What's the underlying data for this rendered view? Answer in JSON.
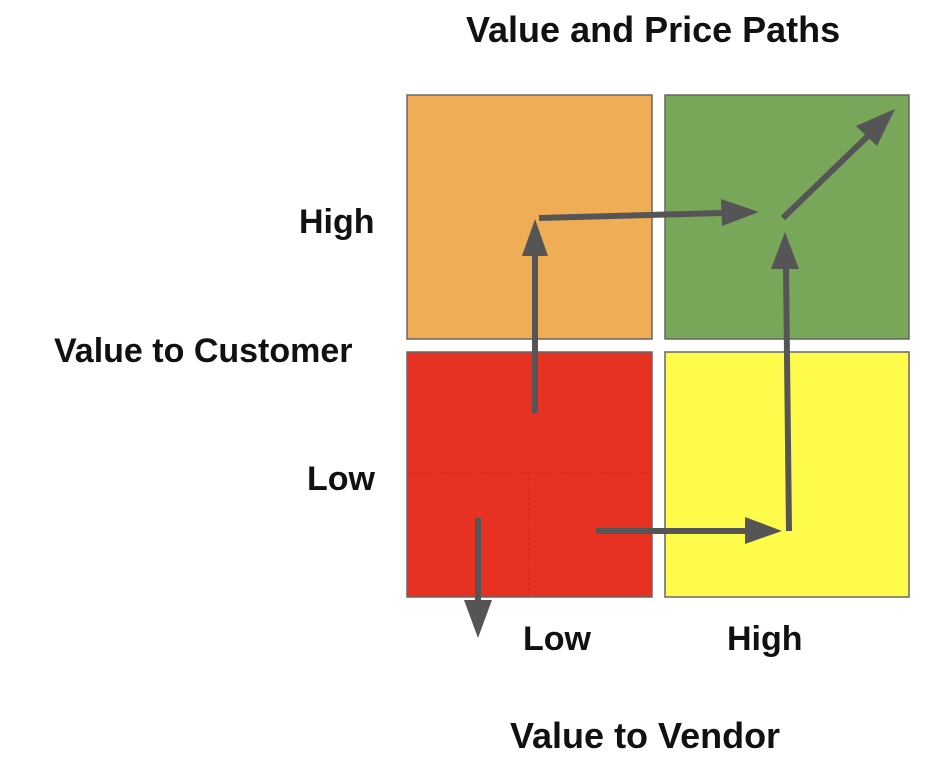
{
  "title": "Value and Price Paths",
  "axes": {
    "y_label": "Value to Customer",
    "y_high": "High",
    "y_low": "Low",
    "x_label": "Value to Vendor",
    "x_low": "Low",
    "x_high": "High"
  },
  "quadrants": {
    "high_customer_low_vendor": {
      "color": "#efae55"
    },
    "high_customer_high_vendor": {
      "color": "#79a75a"
    },
    "low_customer_low_vendor": {
      "color": "#e73223"
    },
    "low_customer_high_vendor": {
      "color": "#fefb4b"
    }
  },
  "arrow_color": "#555555",
  "border_color": "#666666"
}
